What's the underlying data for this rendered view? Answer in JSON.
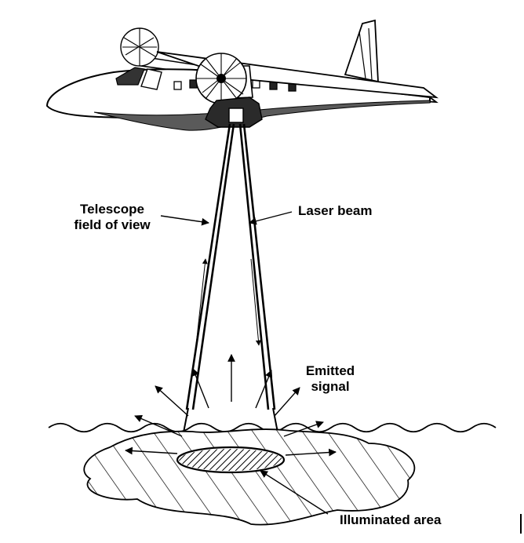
{
  "labels": {
    "telescope_line1": "Telescope",
    "telescope_line2": "field of view",
    "laser_beam": "Laser beam",
    "emitted_line1": "Emitted",
    "emitted_line2": "signal",
    "illuminated_area": "Illuminated area"
  },
  "colors": {
    "ink": "#000000",
    "fuselage_shadow": "#5a5a5a",
    "background": "#ffffff"
  }
}
